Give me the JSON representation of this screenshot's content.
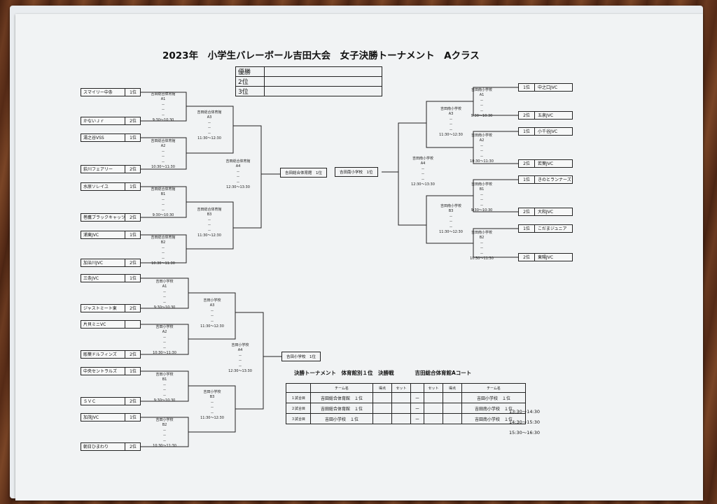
{
  "title": "2023年　小学生バレーボール吉田大会　女子決勝トーナメント　Aクラス",
  "ranking": [
    {
      "label": "優勝",
      "value": ""
    },
    {
      "label": "2位",
      "value": ""
    },
    {
      "label": "3位",
      "value": ""
    }
  ],
  "left_top_teams": [
    {
      "name": "スマイリー中条",
      "rank": "1位"
    },
    {
      "name": "かないＪｒ",
      "rank": "2位"
    },
    {
      "name": "湯之谷VSS",
      "rank": "1位"
    },
    {
      "name": "荻川フェアリー",
      "rank": "2位"
    },
    {
      "name": "水原ソレイユ",
      "rank": "1位"
    },
    {
      "name": "巻鷹ブラックキャッツ",
      "rank": "2位"
    },
    {
      "name": "浦東JVC",
      "rank": "1位"
    },
    {
      "name": "加治川JVC",
      "rank": "2位"
    }
  ],
  "left_bottom_teams": [
    {
      "name": "三条JVC",
      "rank": "1位"
    },
    {
      "name": "ジャストミート東",
      "rank": "2位"
    },
    {
      "name": "片貝ミニVC",
      "rank": ""
    },
    {
      "name": "彫葉ドルフィンズ",
      "rank": "2位"
    },
    {
      "name": "中央セントラルズ",
      "rank": "1位"
    },
    {
      "name": "ＳＶＣ",
      "rank": "2位"
    },
    {
      "name": "加茂JVC",
      "rank": "1位"
    },
    {
      "name": "朝日ひまわり",
      "rank": "2位"
    }
  ],
  "right_teams": [
    {
      "name": "中之口JVC",
      "rank": "1位"
    },
    {
      "name": "五泉JVC",
      "rank": "2位"
    },
    {
      "name": "小千谷JVC",
      "rank": "1位"
    },
    {
      "name": "若葉JVC",
      "rank": "2位"
    },
    {
      "name": "きのとランナーズ",
      "rank": "1位"
    },
    {
      "name": "大和JVC",
      "rank": "2位"
    },
    {
      "name": "こだまジュニア",
      "rank": "1位"
    },
    {
      "name": "東陽JVC",
      "rank": "2位"
    }
  ],
  "info_top": {
    "a1": "吉田総合体育館\nA1\n－\n－\n－\n9:30～10:30",
    "a2": "吉田総合体育館\nA2\n－\n－\n－\n10:30～11:30",
    "b1": "吉田総合体育館\nB1\n－\n－\n－\n9:30～10:30",
    "b2": "吉田総合体育館\nB2\n－\n－\n－\n10:30～11:30",
    "a3": "吉田総合体育館\nA3\n－\n－\n－\n11:30～12:30",
    "b3": "吉田総合体育館\nB3\n－\n－\n－\n11:30～12:30",
    "a4": "吉田総合体育館\nA4\n－\n－\n－\n12:30～13:30"
  },
  "info_bottom": {
    "a1": "吉田小学校\nA1\n－\n－\n－\n9:30～10:30",
    "a2": "吉田小学校\nA2\n－\n－\n－\n10:30～11:30",
    "b1": "吉田小学校\nB1\n－\n－\n－\n9:30～10:30",
    "b2": "吉田小学校\nB2\n－\n－\n－\n10:30～11:30",
    "a3": "吉田小学校\nA3\n－\n－\n－\n11:30～12:30",
    "b3": "吉田小学校\nB3\n－\n－\n－\n11:30～12:30",
    "a4": "吉田小学校\nA4\n－\n－\n－\n12:30～13:30"
  },
  "info_right": {
    "a1": "吉田南小学校\nA1\n－\n－\n－\n9:30～10:30",
    "a2": "吉田南小学校\nA2\n－\n－\n－\n10:30～11:30",
    "b1": "吉田南小学校\nB1\n－\n－\n－\n9:30～10:30",
    "b2": "吉田南小学校\nB2\n－\n－\n－\n10:30～11:30",
    "a3": "吉田南小学校\nA3\n－\n－\n－\n11:30～12:30",
    "b3": "吉田南小学校\nB3\n－\n－\n－\n11:30～12:30",
    "a4": "吉田南小学校\nA4\n－\n－\n－\n12:30～13:30"
  },
  "winner_slots": {
    "left_top": "吉田総合体育館　1位",
    "right": "吉田南小学校　1位",
    "left_bottom": "吉田小学校　1位"
  },
  "schedule": {
    "title": "決勝トーナメント　体育館別１位　決勝戦　　　　吉田総合体育館Aコート",
    "headers": [
      "チーム名",
      "得点",
      "セット",
      "セット",
      "得点",
      "チーム名"
    ],
    "rows": [
      {
        "match": "１試合目",
        "team1": "吉田総合体育館　１位",
        "dash": "ー",
        "team2": "吉田小学校　１位",
        "time": "13:30～14:30"
      },
      {
        "match": "２試合目",
        "team1": "吉田総合体育館　１位",
        "dash": "ー",
        "team2": "吉田南小学校　１位",
        "time": "14:30～15:30"
      },
      {
        "match": "３試合目",
        "team1": "吉田小学校　１位",
        "dash": "ー",
        "team2": "吉田南小学校　１位",
        "time": "15:30～16:30"
      }
    ]
  }
}
